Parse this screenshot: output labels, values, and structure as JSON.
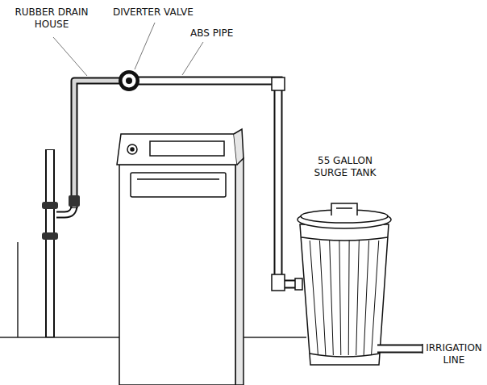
{
  "diagram": {
    "labels": [
      "RUBBER DRAIN HOUSE",
      "DIVERTER VALVE",
      "ABS PIPE",
      "55 GALLON SURGE TANK",
      "IRRIGATION LINE"
    ]
  }
}
